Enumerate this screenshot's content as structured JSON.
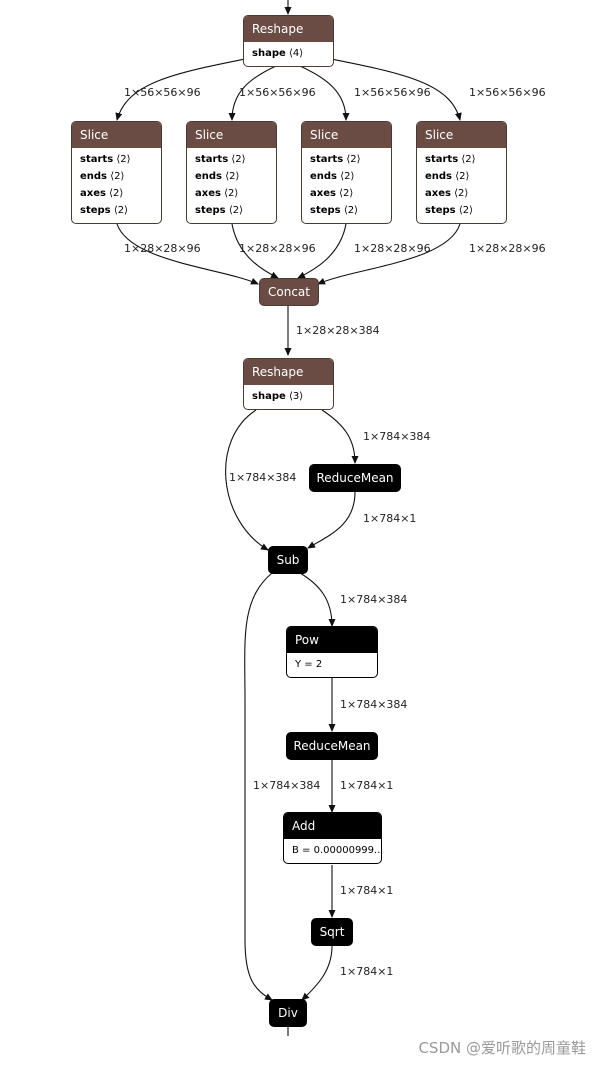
{
  "nodes": {
    "reshape1": {
      "title": "Reshape",
      "attr_key": "shape",
      "attr_val": "⟨4⟩"
    },
    "slice": {
      "title": "Slice",
      "attrs": [
        {
          "k": "starts",
          "v": "⟨2⟩"
        },
        {
          "k": "ends",
          "v": "⟨2⟩"
        },
        {
          "k": "axes",
          "v": "⟨2⟩"
        },
        {
          "k": "steps",
          "v": "⟨2⟩"
        }
      ]
    },
    "concat": {
      "title": "Concat"
    },
    "reshape2": {
      "title": "Reshape",
      "attr_key": "shape",
      "attr_val": "⟨3⟩"
    },
    "reducemean1": {
      "title": "ReduceMean"
    },
    "sub": {
      "title": "Sub"
    },
    "pow": {
      "title": "Pow",
      "attr": "Y = 2"
    },
    "reducemean2": {
      "title": "ReduceMean"
    },
    "add": {
      "title": "Add",
      "attr": "B = 0.00000999..."
    },
    "sqrt": {
      "title": "Sqrt"
    },
    "div": {
      "title": "Div"
    }
  },
  "edge_labels": {
    "to_slice": "1×56×56×96",
    "slice_out": "1×28×28×96",
    "concat_out": "1×28×28×384",
    "reshape2_to_sub": "1×784×384",
    "reshape2_to_reducemean": "1×784×384",
    "reducemean_to_sub": "1×784×1",
    "sub_to_pow": "1×784×384",
    "pow_to_reducemean": "1×784×384",
    "sub_to_div": "1×784×384",
    "reducemean_to_add": "1×784×1",
    "add_to_sqrt": "1×784×1",
    "sqrt_to_div": "1×784×1"
  },
  "watermark": "CSDN @爱听歌的周童鞋"
}
